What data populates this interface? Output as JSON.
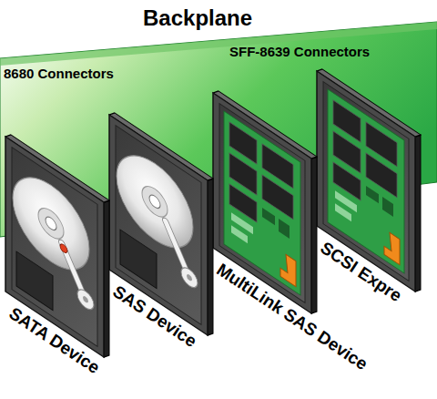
{
  "diagram": {
    "nodes": [
      {
        "text": [
          "Backplane"
        ]
      },
      {
        "text": [
          "SATA Device"
        ]
      },
      {
        "text": [
          "SAS Device"
        ]
      },
      {
        "text": [
          "MultiLink SAS Device"
        ]
      },
      {
        "text": [
          "SCSI Expre"
        ]
      }
    ],
    "labels": [
      "8680 Connectors",
      "SFF-8639 Connectors"
    ]
  }
}
